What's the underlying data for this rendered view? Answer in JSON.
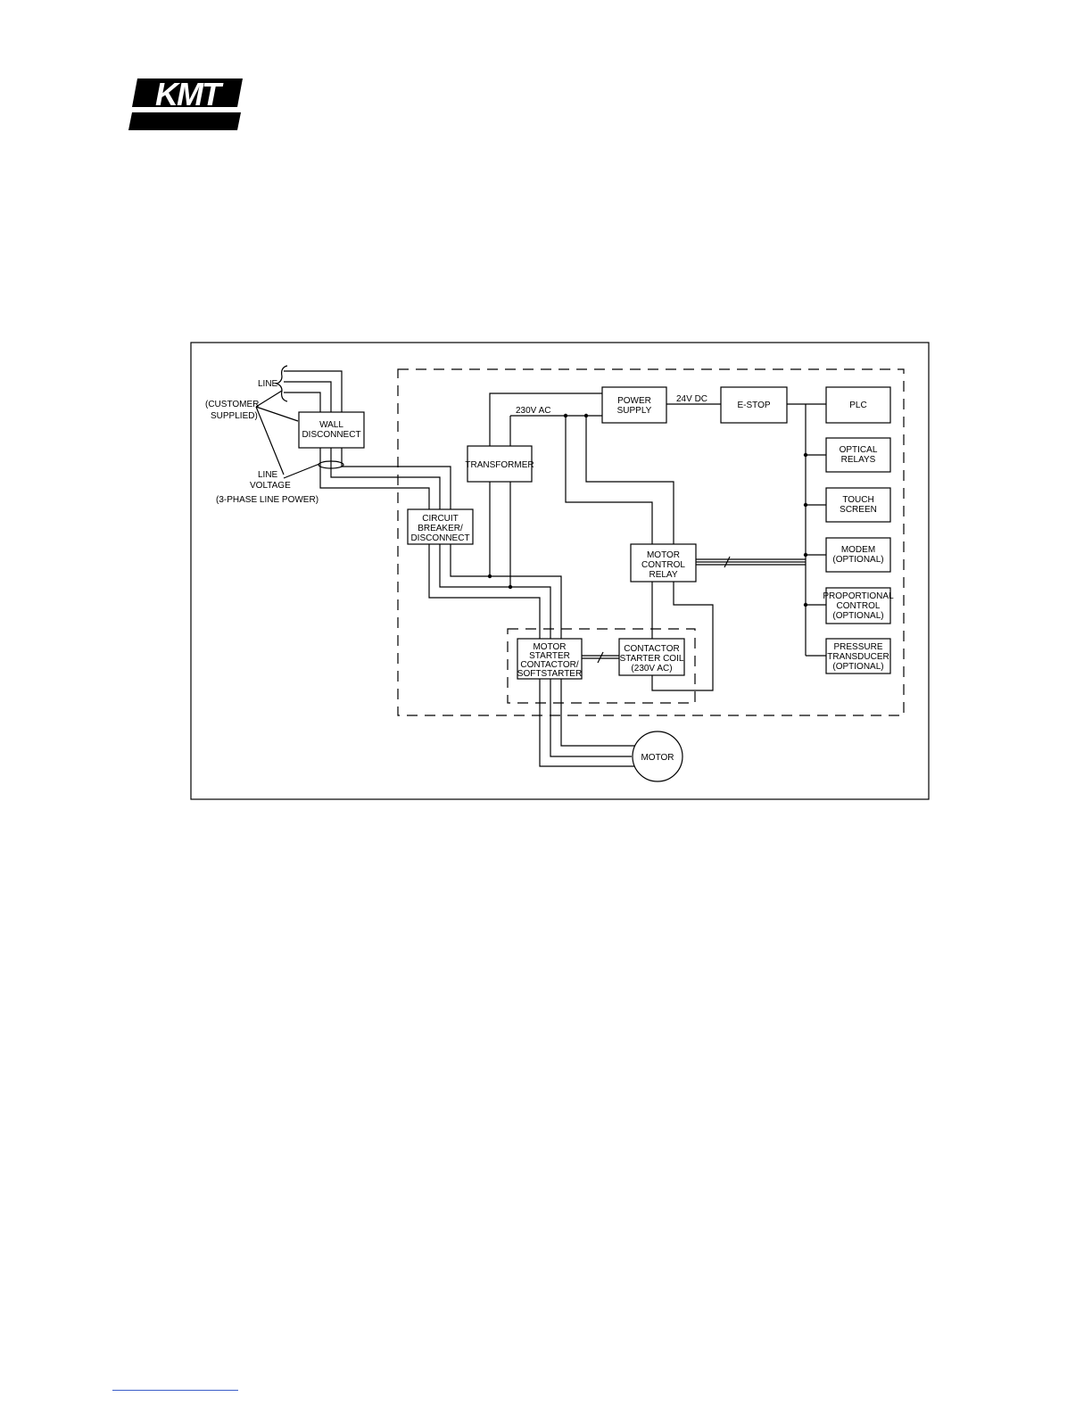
{
  "header": {
    "logo_text": "KMT"
  },
  "diagram": {
    "labels": {
      "line": "LINE",
      "customer_supplied": [
        "(CUSTOMER",
        "SUPPLIED)"
      ],
      "line_voltage": [
        "LINE",
        "VOLTAGE"
      ],
      "three_phase": "(3-PHASE LINE POWER)",
      "v230ac": "230V AC",
      "v24dc": "24V DC"
    },
    "blocks": {
      "wall_disconnect": [
        "WALL",
        "DISCONNECT"
      ],
      "transformer": [
        "TRANSFORMER"
      ],
      "power_supply": [
        "POWER",
        "SUPPLY"
      ],
      "estop": [
        "E-STOP"
      ],
      "plc": [
        "PLC"
      ],
      "optical_relays": [
        "OPTICAL",
        "RELAYS"
      ],
      "touch_screen": [
        "TOUCH",
        "SCREEN"
      ],
      "modem": [
        "MODEM",
        "(OPTIONAL)"
      ],
      "proportional_control": [
        "PROPORTIONAL",
        "CONTROL",
        "(OPTIONAL)"
      ],
      "pressure_transducer": [
        "PRESSURE",
        "TRANSDUCER",
        "(OPTIONAL)"
      ],
      "circuit_breaker": [
        "CIRCUIT",
        "BREAKER/",
        "DISCONNECT"
      ],
      "motor_control_relay": [
        "MOTOR",
        "CONTROL",
        "RELAY"
      ],
      "motor_starter": [
        "MOTOR",
        "STARTER",
        "CONTACTOR/",
        "SOFTSTARTER"
      ],
      "contactor_coil": [
        "CONTACTOR",
        "STARTER COIL",
        "(230V AC)"
      ],
      "motor": [
        "MOTOR"
      ]
    }
  }
}
